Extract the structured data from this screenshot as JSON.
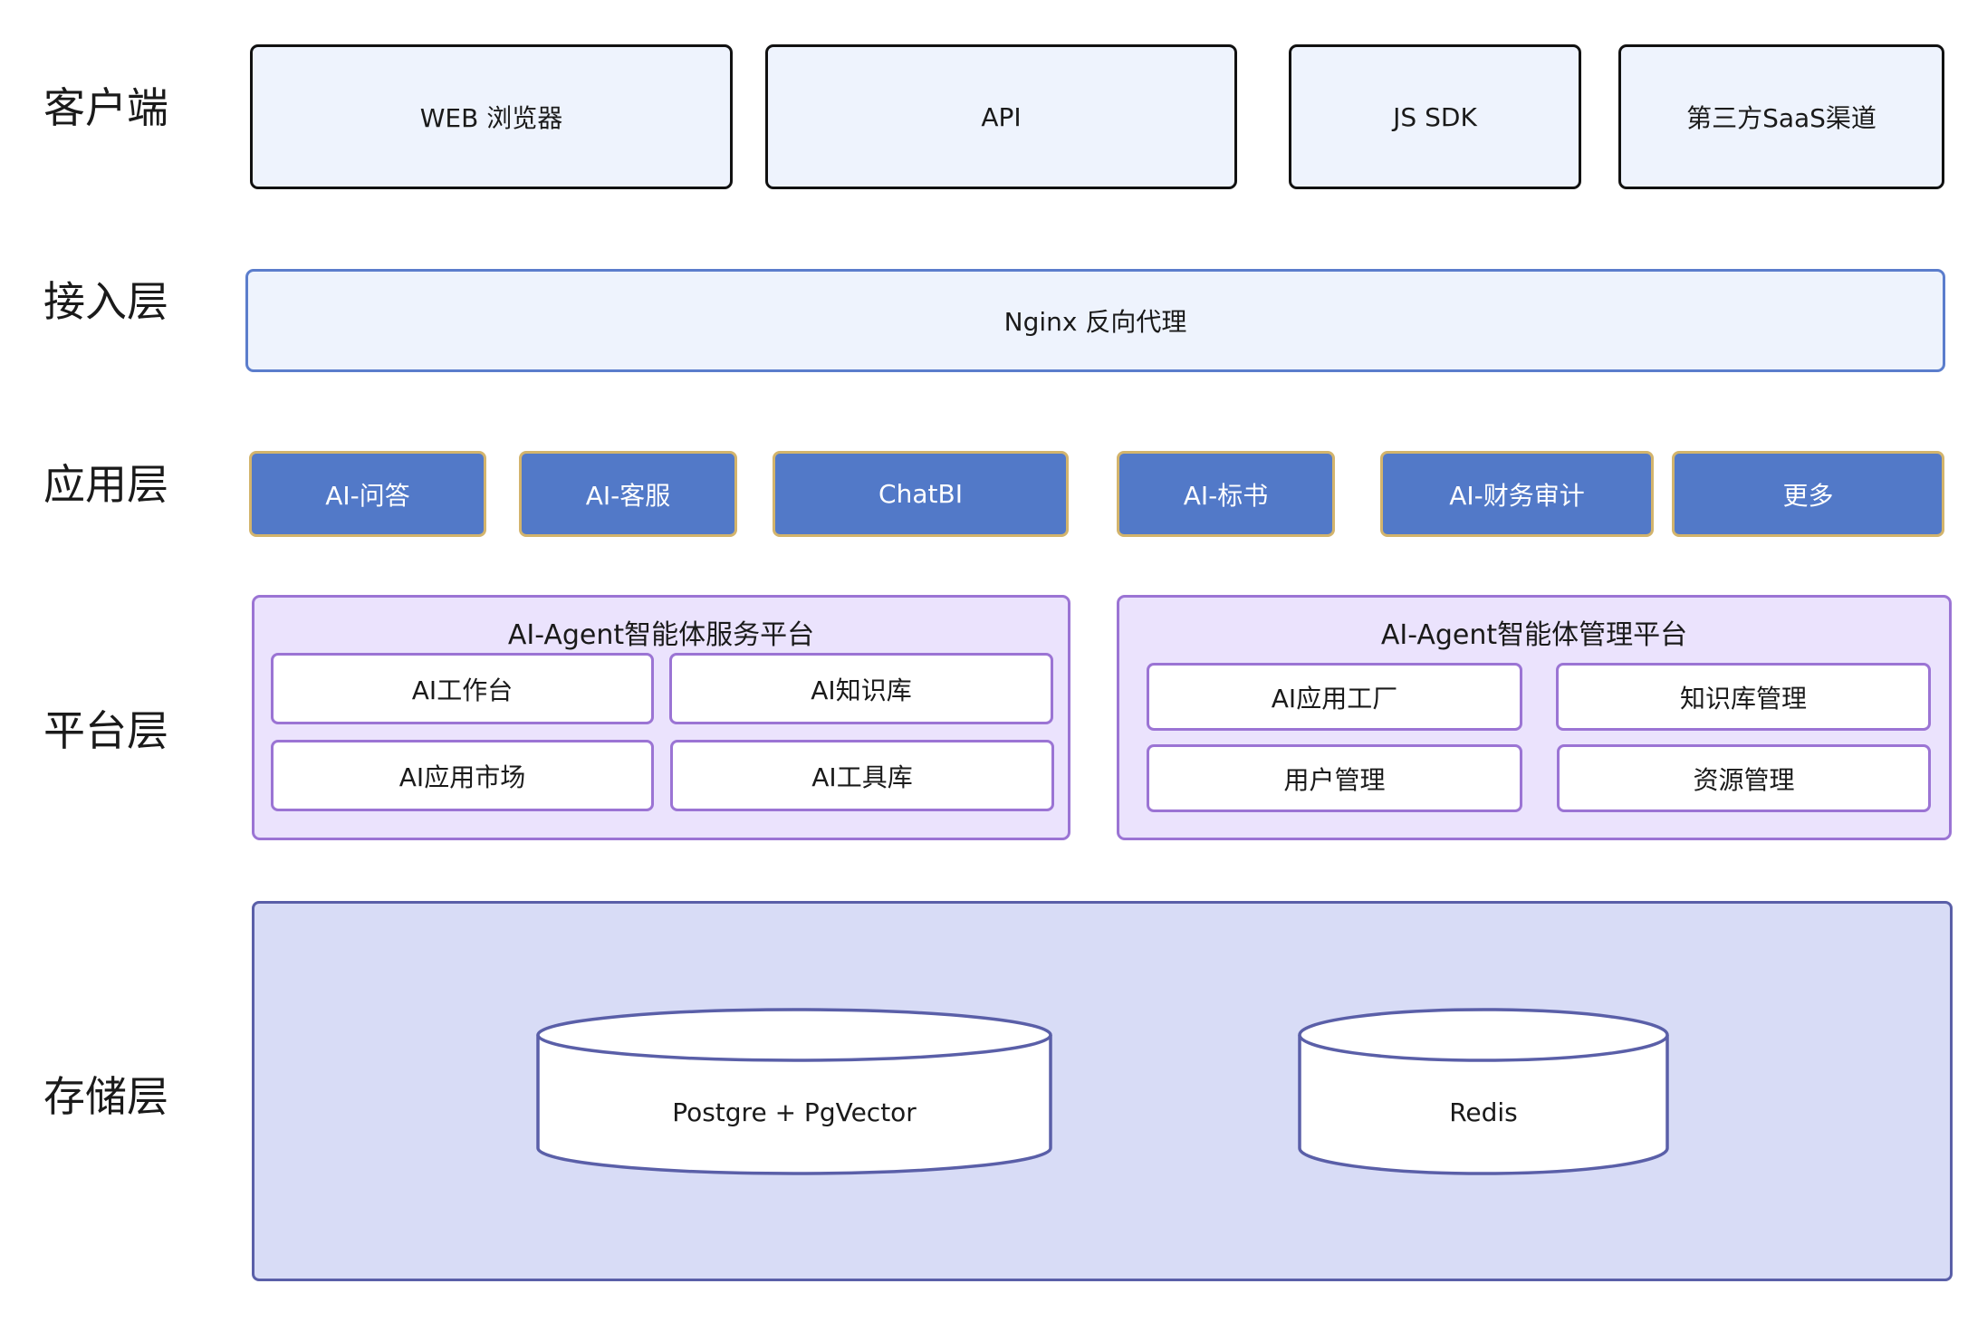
{
  "layers": {
    "client": "客户端",
    "access": "接入层",
    "application": "应用层",
    "platform": "平台层",
    "storage": "存储层"
  },
  "clients": [
    "WEB 浏览器",
    "API",
    "JS SDK",
    "第三方SaaS渠道"
  ],
  "access": {
    "label": "Nginx 反向代理"
  },
  "applications": [
    "AI-问答",
    "AI-客服",
    "ChatBI",
    "AI-标书",
    "AI-财务审计",
    "更多"
  ],
  "platform": {
    "service": {
      "title": "AI-Agent智能体服务平台",
      "modules": [
        "AI工作台",
        "AI知识库",
        "AI应用市场",
        "AI工具库"
      ]
    },
    "management": {
      "title": "AI-Agent智能体管理平台",
      "modules": [
        "AI应用工厂",
        "知识库管理",
        "用户管理",
        "资源管理"
      ]
    }
  },
  "storage": {
    "databases": [
      "Postgre + PgVector",
      "Redis"
    ]
  },
  "colors": {
    "client_fill": "#eef3fd",
    "client_border": "#111111",
    "access_border": "#5b7dcc",
    "app_fill": "#5279c8",
    "app_border": "#d3b46c",
    "platform_fill": "#ebe3fd",
    "platform_border": "#9b74d4",
    "storage_fill": "#d8dcf6",
    "storage_border": "#5a5fa8"
  }
}
